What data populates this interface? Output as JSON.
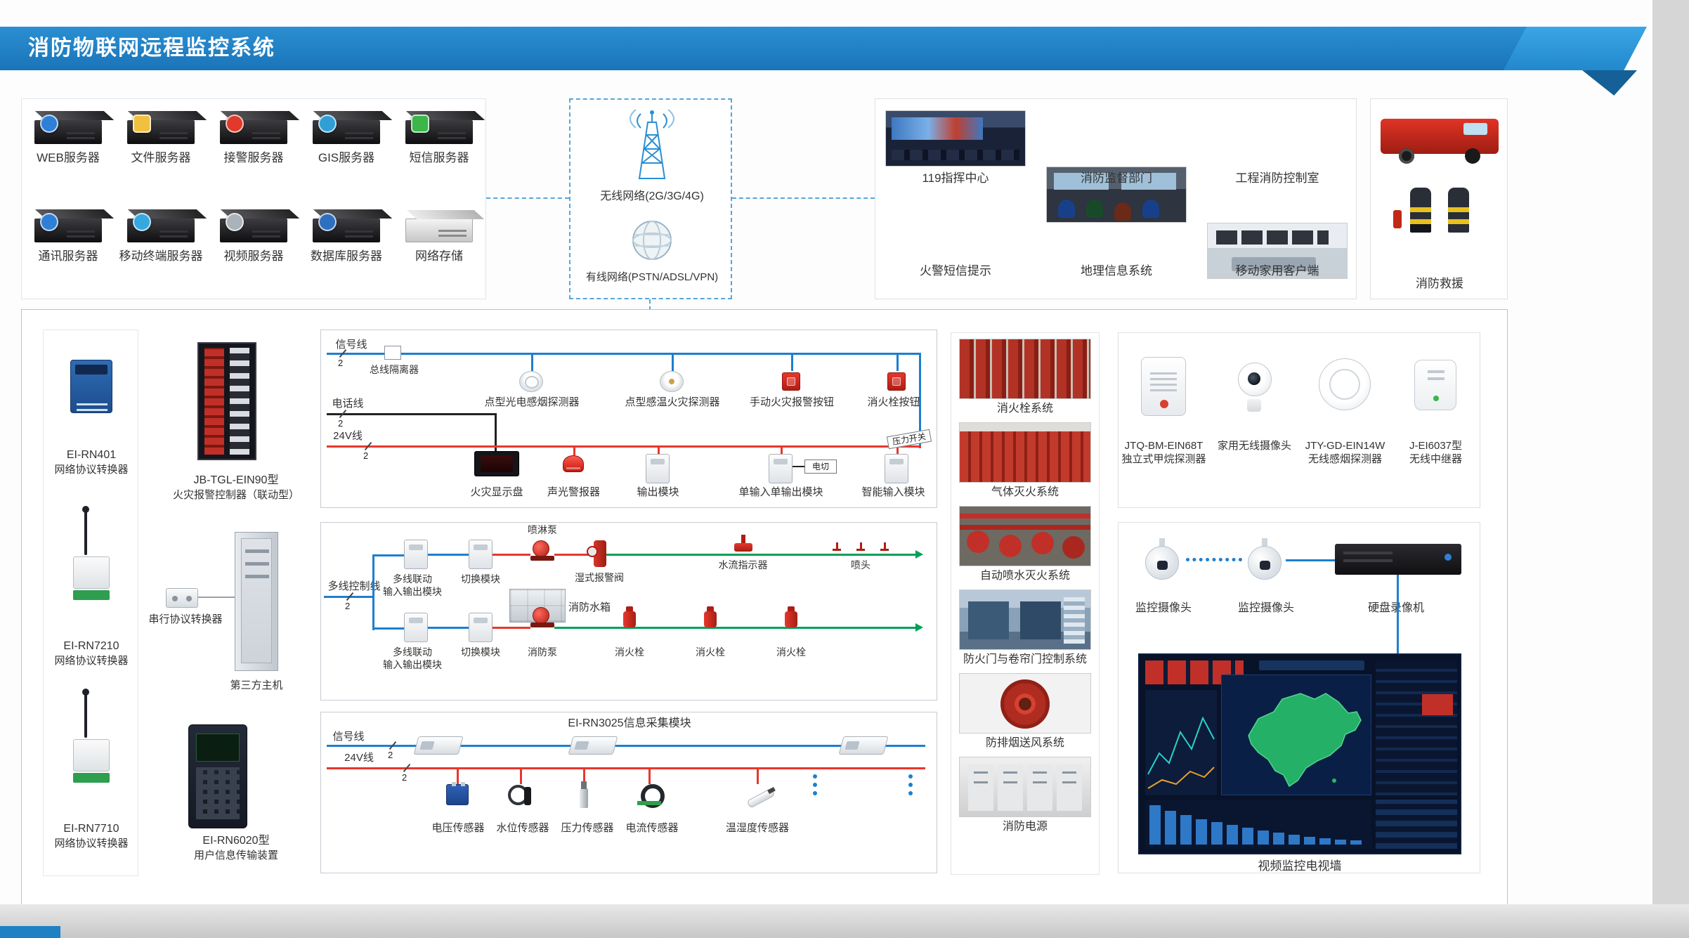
{
  "header": {
    "title": "消防物联网远程监控系统"
  },
  "colors": {
    "header_blue": "#1e7ec2",
    "line_blue": "#1c7fd0",
    "line_red": "#e8372c",
    "line_green": "#00a05a",
    "line_black": "#222222"
  },
  "top": {
    "servers": [
      {
        "label": "WEB服务器",
        "accent": "#2f7fd6"
      },
      {
        "label": "文件服务器",
        "accent": "#f0c040"
      },
      {
        "label": "接警服务器",
        "accent": "#e03a2a"
      },
      {
        "label": "GIS服务器",
        "accent": "#2f9fd6"
      },
      {
        "label": "短信服务器",
        "accent": "#3cb54a"
      },
      {
        "label": "通讯服务器",
        "accent": "#2f7fd6"
      },
      {
        "label": "移动终端服务器",
        "accent": "#35a8e0"
      },
      {
        "label": "视频服务器",
        "accent": "#aab2ba"
      },
      {
        "label": "数据库服务器",
        "accent": "#2f6fc0"
      },
      {
        "label": "网络存储",
        "accent": "#e8eaec"
      }
    ],
    "network": {
      "wireless": "无线网络(2G/3G/4G)",
      "wired": "有线网络(PSTN/ADSL/VPN)"
    },
    "monitoring": [
      {
        "label": "119指挥中心"
      },
      {
        "label": "消防监督部门"
      },
      {
        "label": "工程消防控制室"
      },
      {
        "label": "火警短信提示"
      },
      {
        "label": "地理信息系统"
      },
      {
        "label": "移动家用客户端"
      }
    ],
    "rescue": {
      "label": "消防救援"
    }
  },
  "converters": [
    {
      "model": "EI-RN401",
      "name": "网络协议转换器"
    },
    {
      "model": "EI-RN7210",
      "name": "网络协议转换器"
    },
    {
      "model": "EI-RN7710",
      "name": "网络协议转换器"
    }
  ],
  "controller_col": {
    "rack_model": "JB-TGL-EIN90型",
    "rack_name": "火灾报警控制器（联动型）",
    "serial": "串行协议转换器",
    "host": "第三方主机",
    "rn6020_model": "EI-RN6020型",
    "rn6020_name": "用户信息传输装置"
  },
  "loop_panel": {
    "signal": "信号线",
    "phone": "电话线",
    "power": "24V线",
    "isolator": "总线隔离器",
    "two": "2",
    "devices_top": [
      "点型光电感烟探测器",
      "点型感温火灾探测器",
      "手动火灾报警按钮",
      "消火栓按钮"
    ],
    "devices_bottom": [
      "火灾显示盘",
      "声光警报器",
      "输出模块",
      "单输入单输出模块",
      "智能输入模块"
    ],
    "tag_power_cut": "电切",
    "tag_pressure_switch": "压力开关"
  },
  "water_panel": {
    "bus": "多线控制线",
    "two": "2",
    "module_io": "多线联动\n输入输出模块",
    "module_switch": "切换模块",
    "pump_sprinkler": "喷淋泵",
    "valve": "湿式报警阀",
    "flow": "水流指示器",
    "sprinkler": "喷头",
    "tank": "消防水箱",
    "pump_fire": "消防泵",
    "hydrant": "消火栓"
  },
  "sensor_panel": {
    "title": "EI-RN3025信息采集模块",
    "signal": "信号线",
    "power": "24V线",
    "two": "2",
    "sensors": [
      "电压传感器",
      "水位传感器",
      "压力传感器",
      "电流传感器",
      "温湿度传感器"
    ]
  },
  "systems": [
    {
      "label": "消火栓系统"
    },
    {
      "label": "气体灭火系统"
    },
    {
      "label": "自动喷水灭火系统"
    },
    {
      "label": "防火门与卷帘门控制系统"
    },
    {
      "label": "防排烟送风系统"
    },
    {
      "label": "消防电源"
    }
  ],
  "wireless_devices": [
    {
      "label": "JTQ-BM-EIN68T\n独立式甲烷探测器"
    },
    {
      "label": "家用无线摄像头"
    },
    {
      "label": "JTY-GD-EIN14W\n无线感烟探测器"
    },
    {
      "label": "J-EI6037型\n无线中继器"
    }
  ],
  "video": {
    "camera1": "监控摄像头",
    "camera2": "监控摄像头",
    "nvr": "硬盘录像机",
    "wall": "视频监控电视墙"
  }
}
